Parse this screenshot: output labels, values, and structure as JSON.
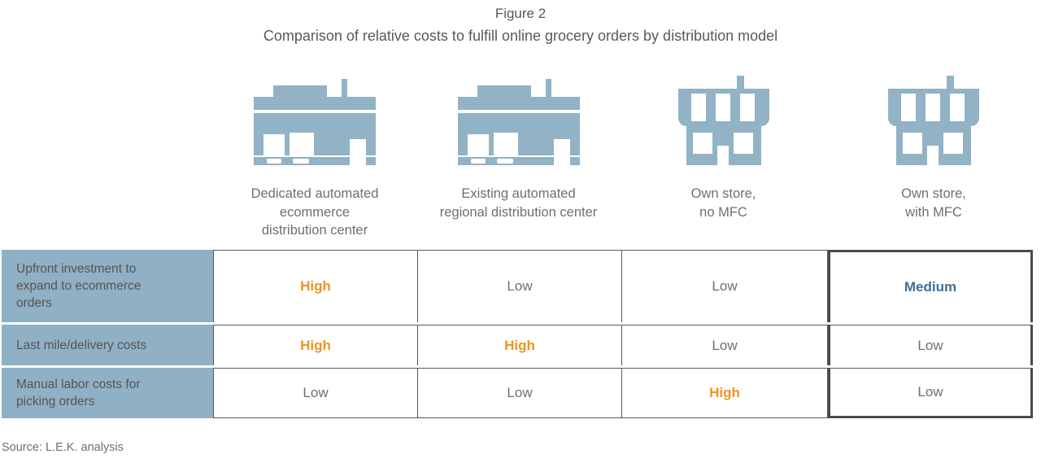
{
  "figure": {
    "number": "Figure 2",
    "title": "Comparison of relative costs to fulfill online grocery orders by distribution model"
  },
  "colors": {
    "icon_blue": "#92b2c6",
    "label_cell_bg": "#8fb0c5",
    "high_orange": "#f0931e",
    "medium_blue": "#3f6f96",
    "low_gray": "#6f6f6f",
    "highlight_border": "#4a4a4a",
    "grid_border": "#595959"
  },
  "columns": [
    {
      "icon": "distribution-center-icon",
      "label": "Dedicated automated\necommerce\ndistribution center",
      "highlighted": false
    },
    {
      "icon": "distribution-center-icon",
      "label": "Existing automated\nregional distribution center",
      "highlighted": false
    },
    {
      "icon": "storefront-icon",
      "label": "Own store,\nno MFC",
      "highlighted": false
    },
    {
      "icon": "storefront-icon",
      "label": "Own store,\nwith MFC",
      "highlighted": true
    }
  ],
  "rows": [
    {
      "label": "Upfront investment to\nexpand to ecommerce\norders",
      "values": [
        "High",
        "Low",
        "Low",
        "Medium"
      ],
      "levels": [
        "high",
        "low",
        "low",
        "medium"
      ]
    },
    {
      "label": "Last mile/delivery costs",
      "values": [
        "High",
        "High",
        "Low",
        "Low"
      ],
      "levels": [
        "high",
        "high",
        "low",
        "low"
      ]
    },
    {
      "label": "Manual labor costs for\npicking orders",
      "values": [
        "Low",
        "Low",
        "High",
        "Low"
      ],
      "levels": [
        "low",
        "low",
        "high",
        "low"
      ]
    }
  ],
  "source": "Source: L.E.K. analysis",
  "chart_data": {
    "type": "table",
    "title": "Comparison of relative costs to fulfill online grocery orders by distribution model",
    "categories": [
      "Dedicated automated ecommerce distribution center",
      "Existing automated regional distribution center",
      "Own store, no MFC",
      "Own store, with MFC"
    ],
    "row_labels": [
      "Upfront investment to expand to ecommerce orders",
      "Last mile/delivery costs",
      "Manual labor costs for picking orders"
    ],
    "cells": [
      [
        "High",
        "Low",
        "Low",
        "Medium"
      ],
      [
        "High",
        "High",
        "Low",
        "Low"
      ],
      [
        "Low",
        "Low",
        "High",
        "Low"
      ]
    ],
    "legend": [
      "High",
      "Medium",
      "Low"
    ],
    "highlighted_column": "Own store, with MFC",
    "xlabel": "",
    "ylabel": "",
    "grid": true
  }
}
